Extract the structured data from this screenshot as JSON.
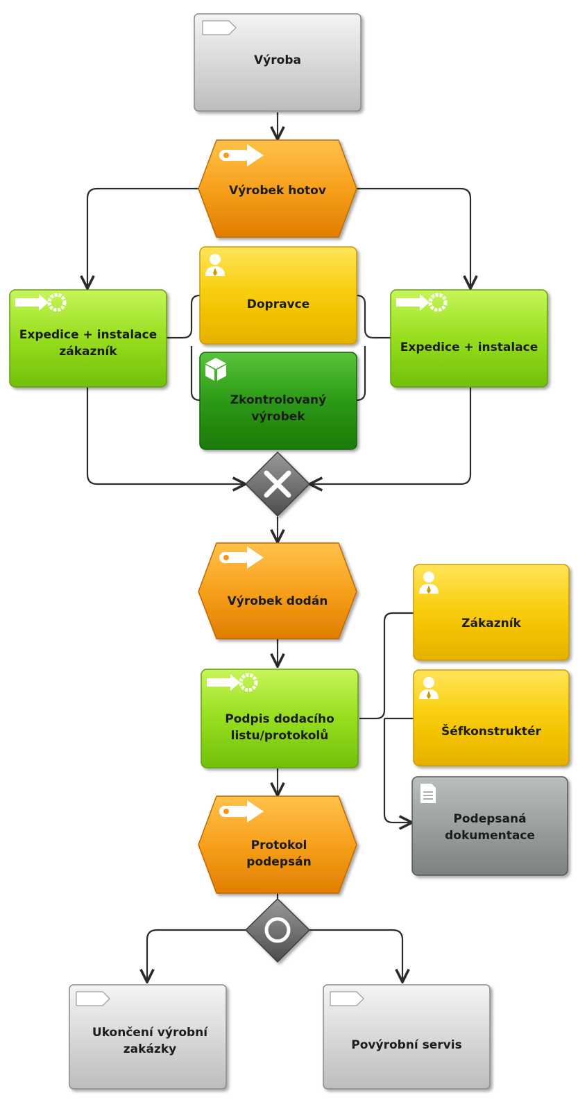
{
  "nodes": {
    "vyroba": {
      "lines": [
        "Výroba"
      ],
      "type": "process-interface"
    },
    "vyrobek_hotov": {
      "lines": [
        "Výrobek hotov"
      ],
      "type": "event"
    },
    "exp_zak": {
      "lines": [
        "Expedice + instalace",
        "zákazník"
      ],
      "type": "function"
    },
    "dopravce": {
      "lines": [
        "Dopravce"
      ],
      "type": "organizational-unit"
    },
    "zkontrolovany": {
      "lines": [
        "Zkontrolovaný",
        "výrobek"
      ],
      "type": "product"
    },
    "exp": {
      "lines": [
        "Expedice + instalace"
      ],
      "type": "function"
    },
    "xor": {
      "type": "xor-gateway"
    },
    "vyrobek_dodan": {
      "lines": [
        "Výrobek dodán"
      ],
      "type": "event"
    },
    "zakaznik": {
      "lines": [
        "Zákazník"
      ],
      "type": "organizational-unit"
    },
    "podpis": {
      "lines": [
        "Podpis dodacího",
        "listu/protokolů"
      ],
      "type": "function"
    },
    "sefkonstrukter": {
      "lines": [
        "Šéfkonstruktér"
      ],
      "type": "organizational-unit"
    },
    "podepsana": {
      "lines": [
        "Podepsaná",
        "dokumentace"
      ],
      "type": "document"
    },
    "protokol": {
      "lines": [
        "Protokol",
        "podepsán"
      ],
      "type": "event"
    },
    "and": {
      "type": "and-gateway"
    },
    "ukonceni": {
      "lines": [
        "Ukončení výrobní",
        "zakázky"
      ],
      "type": "process-interface"
    },
    "povyrobni": {
      "lines": [
        "Povýrobní servis"
      ],
      "type": "process-interface"
    }
  },
  "colors": {
    "event": "#f39a14",
    "function": "#8fdc1c",
    "organizational-unit": "#f5c800",
    "product": "#2e9e18",
    "document": "#8c9390",
    "process-interface": "#d4d4d4",
    "gateway": "#6e6e6e",
    "connector": "#2b2b2b"
  }
}
